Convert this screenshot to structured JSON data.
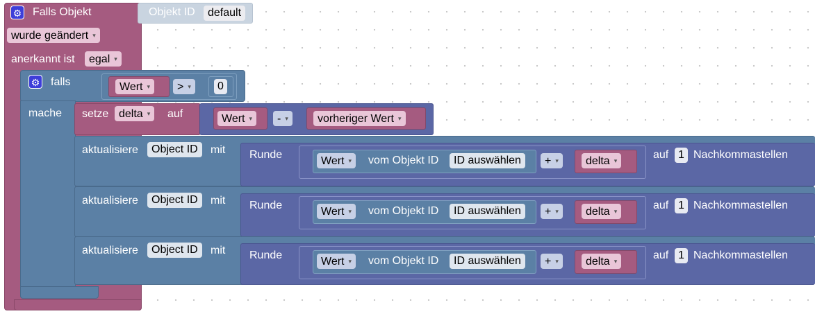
{
  "trigger": {
    "title": "Falls Objekt",
    "object_id_label": "Objekt ID",
    "object_id_value": "default",
    "changed_dropdown": "wurde geändert",
    "ack_label": "anerkannt ist",
    "ack_dropdown": "egal"
  },
  "if_block": {
    "if_label": "falls",
    "do_label": "mache",
    "compare_left": "Wert",
    "compare_op": ">",
    "compare_right": "0"
  },
  "set_block": {
    "set_label": "setze",
    "var_name": "delta",
    "to_label": "auf",
    "left": "Wert",
    "op": "-",
    "right": "vorheriger Wert"
  },
  "update_rows": [
    {
      "update_label": "aktualisiere",
      "object_id": "Object ID",
      "with_label": "mit",
      "round_label": "Runde",
      "value_dropdown": "Wert",
      "from_label": "vom Objekt ID",
      "select_id": "ID auswählen",
      "op": "+",
      "var": "delta",
      "to_label": "auf",
      "decimals": "1",
      "decimals_label": "Nachkommastellen"
    },
    {
      "update_label": "aktualisiere",
      "object_id": "Object ID",
      "with_label": "mit",
      "round_label": "Runde",
      "value_dropdown": "Wert",
      "from_label": "vom Objekt ID",
      "select_id": "ID auswählen",
      "op": "+",
      "var": "delta",
      "to_label": "auf",
      "decimals": "1",
      "decimals_label": "Nachkommastellen"
    },
    {
      "update_label": "aktualisiere",
      "object_id": "Object ID",
      "with_label": "mit",
      "round_label": "Runde",
      "value_dropdown": "Wert",
      "from_label": "vom Objekt ID",
      "select_id": "ID auswählen",
      "op": "+",
      "var": "delta",
      "to_label": "auf",
      "decimals": "1",
      "decimals_label": "Nachkommastellen"
    }
  ],
  "colors": {
    "trigger": "#a55b80",
    "control": "#5b80a5",
    "math": "#5b67a5",
    "gear": "#3e3ed9"
  }
}
